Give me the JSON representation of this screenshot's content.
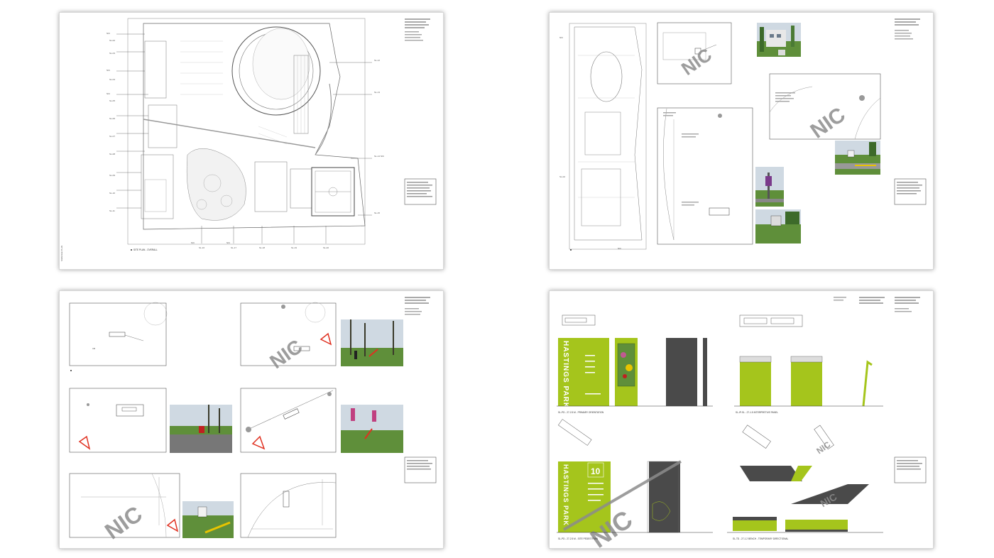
{
  "watermark": "NIC",
  "park_name": "HASTINGS PARK",
  "sign_number": "10",
  "colors": {
    "accent_green": "#a5c51c",
    "dark_grey": "#4a4a4a",
    "marker_red": "#e03020",
    "photo_green": "#5f8f3a",
    "photo_sky": "#cfd9e2"
  },
  "sheets": [
    {
      "name": "sheet-site-plan-overall",
      "caption": "SITE PLAN - OVERALL"
    },
    {
      "name": "sheet-site-plan-location-details"
    },
    {
      "name": "sheet-signage-location-plans"
    },
    {
      "name": "sheet-sign-elevations"
    }
  ],
  "marker_label": "NIC"
}
